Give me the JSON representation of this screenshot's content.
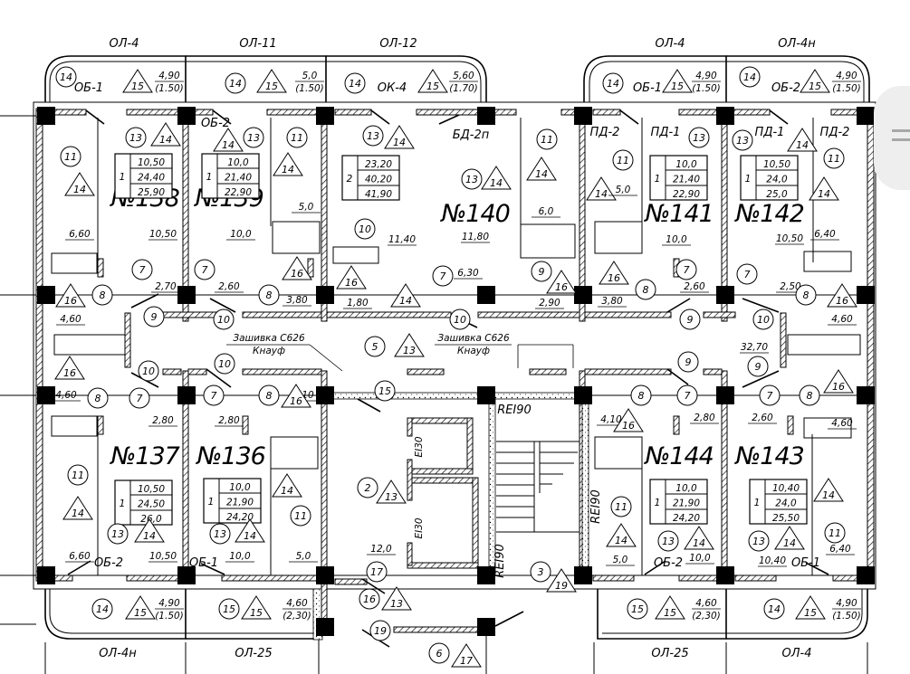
{
  "plan": {
    "top_balcony_axes": [
      {
        "id": "top-1",
        "label": "ОЛ-4"
      },
      {
        "id": "top-2",
        "label": "ОЛ-11"
      },
      {
        "id": "top-3",
        "label": "ОЛ-12"
      },
      {
        "id": "top-4",
        "label": "ОЛ-4"
      },
      {
        "id": "top-5",
        "label": "ОЛ-4н"
      }
    ],
    "bottom_balcony_axes": [
      {
        "id": "bot-1",
        "label": "ОЛ-4н"
      },
      {
        "id": "bot-2",
        "label": "ОЛ-25"
      },
      {
        "id": "bot-3",
        "label": "ОЛ-25"
      },
      {
        "id": "bot-4",
        "label": "ОЛ-4"
      }
    ],
    "top_balconies": [
      {
        "circle": "14",
        "type": "ОБ-1",
        "triangle": "15",
        "area": "4,90",
        "area_sub": "(1.50)"
      },
      {
        "circle": "14",
        "type": "",
        "triangle": "15",
        "area": "5,0",
        "area_sub": "(1.50)"
      },
      {
        "circle": "14",
        "type": "ОК-4",
        "triangle": "15",
        "area": "5,60",
        "area_sub": "(1.70)"
      },
      {
        "circle": "14",
        "type": "ОБ-1",
        "triangle": "15",
        "area": "4,90",
        "area_sub": "(1.50)"
      },
      {
        "circle": "14",
        "type": "ОБ-2",
        "triangle": "15",
        "area": "4,90",
        "area_sub": "(1.50)"
      }
    ],
    "bottom_balconies": [
      {
        "circle": "14",
        "triangle": "15",
        "area": "4,90",
        "area_sub": "(1.50)"
      },
      {
        "circle": "15",
        "triangle": "15",
        "area": "4,60",
        "area_sub": "(2,30)"
      },
      {
        "circle": "15",
        "triangle": "15",
        "area": "4,60",
        "area_sub": "(2,30)"
      },
      {
        "circle": "14",
        "triangle": "15",
        "area": "4,90",
        "area_sub": "(1.50)"
      }
    ],
    "apartments": [
      {
        "number": "№138",
        "rooms": "1",
        "areas": [
          "10,50",
          "24,40",
          "25,90"
        ],
        "kitchen": "6,60",
        "living": "10,50",
        "hall": "2,70",
        "bath": "4,60"
      },
      {
        "number": "№139",
        "rooms": "1",
        "areas": [
          "10,0",
          "21,40",
          "22,90"
        ],
        "kitchen": "5,0",
        "living": "10,0",
        "hall": "2,60",
        "bath": "3,80",
        "window_tag": "ОБ-2"
      },
      {
        "number": "№140",
        "rooms": "2",
        "areas": [
          "23,20",
          "40,20",
          "41,90"
        ],
        "living1": "11,40",
        "living2": "11,80",
        "kitchen": "6,0",
        "hall": "6,30",
        "bath1": "1,80",
        "bath2": "2,90",
        "door_tag": "БД-2п"
      },
      {
        "number": "№141",
        "rooms": "1",
        "areas": [
          "10,0",
          "21,40",
          "22,90"
        ],
        "kitchen": "5,0",
        "living": "10,0",
        "hall": "2,60",
        "bath": "3,80",
        "tag1": "ПД-2",
        "tag2": "ПД-1"
      },
      {
        "number": "№142",
        "rooms": "1",
        "areas": [
          "10,50",
          "24,0",
          "25,0"
        ],
        "kitchen": "6,40",
        "living": "10,50",
        "hall": "2,50",
        "bath": "4,60",
        "tag1": "ПД-1",
        "tag2": "ПД-2"
      },
      {
        "number": "№137",
        "rooms": "1",
        "areas": [
          "10,50",
          "24,50",
          "26,0"
        ],
        "kitchen": "6,60",
        "living": "10,50",
        "hall": "2,80",
        "bath": "4,60",
        "window_tag": "ОБ-2"
      },
      {
        "number": "№136",
        "rooms": "1",
        "areas": [
          "10,0",
          "21,90",
          "24,20"
        ],
        "kitchen": "5,0",
        "living": "10,0",
        "hall": "2,80",
        "bath": "4,10",
        "window_tag": "ОБ-1"
      },
      {
        "number": "№144",
        "rooms": "1",
        "areas": [
          "10,0",
          "21,90",
          "24,20"
        ],
        "kitchen": "5,0",
        "living": "10,0",
        "hall": "2,80",
        "bath": "4,10",
        "window_tag": "ОБ-2"
      },
      {
        "number": "№143",
        "rooms": "1",
        "areas": [
          "10,40",
          "24,0",
          "25,50"
        ],
        "kitchen": "6,40",
        "living": "10,40",
        "hall": "2,60",
        "bath": "4,60",
        "window_tag": "ОБ-1"
      }
    ],
    "corridor": {
      "area": "32,70",
      "note_line1": "Зашивка С626",
      "note_line2": "Кнауф",
      "circle": "5",
      "triangle": "13"
    },
    "core": {
      "lobby_circle": "2",
      "lobby_triangle": "13",
      "lobby_area": "12,0",
      "stair_circle": "3",
      "stair_triangle": "19",
      "fire1": "REI90",
      "fire2": "REI90",
      "fire3": "REI90",
      "shaft1": "EI30",
      "shaft2": "EI30",
      "vest_circle": "16",
      "vest_triangle": "13",
      "door_17": "17",
      "door_19": "19",
      "door_15": "15",
      "entry_circle": "6",
      "entry_triangle": "17"
    },
    "marks": {
      "c7": "7",
      "c8": "8",
      "c9": "9",
      "c10": "10",
      "c11": "11",
      "c13": "13",
      "t14": "14",
      "t16": "16"
    }
  },
  "ui": {
    "scroll_handle_icon": "menu-handle-icon"
  }
}
